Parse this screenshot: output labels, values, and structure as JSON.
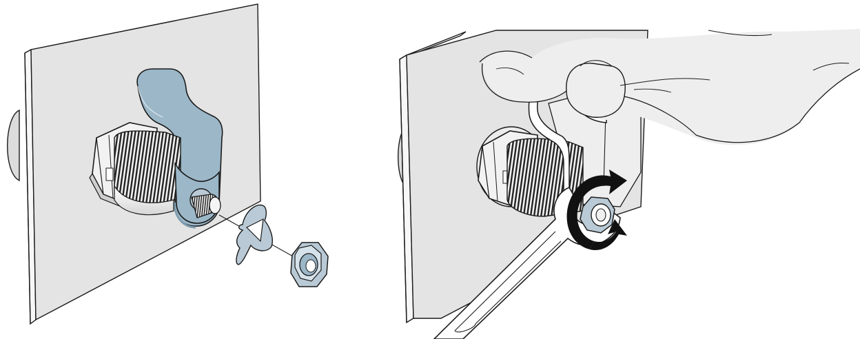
{
  "colors": {
    "panel": "#e6e6e6",
    "panel_edge": "#ffffff",
    "outline": "#1a1a1a",
    "cam_blue": "#9bb7c8",
    "cam_blue_dark": "#7f9db0",
    "nut_blue": "#b9cad6",
    "hand": "#eeeeee",
    "arrow": "#111111"
  },
  "panels": [
    {
      "id": "left",
      "parts": [
        "mounting-panel",
        "cam-lock-body",
        "cam-arm",
        "lock-washer",
        "hex-nut",
        "assembly-axis-line"
      ]
    },
    {
      "id": "right",
      "parts": [
        "mounting-panel",
        "cam-lock-body",
        "cam-arm",
        "hand",
        "wrench",
        "tighten-arrow"
      ]
    }
  ]
}
